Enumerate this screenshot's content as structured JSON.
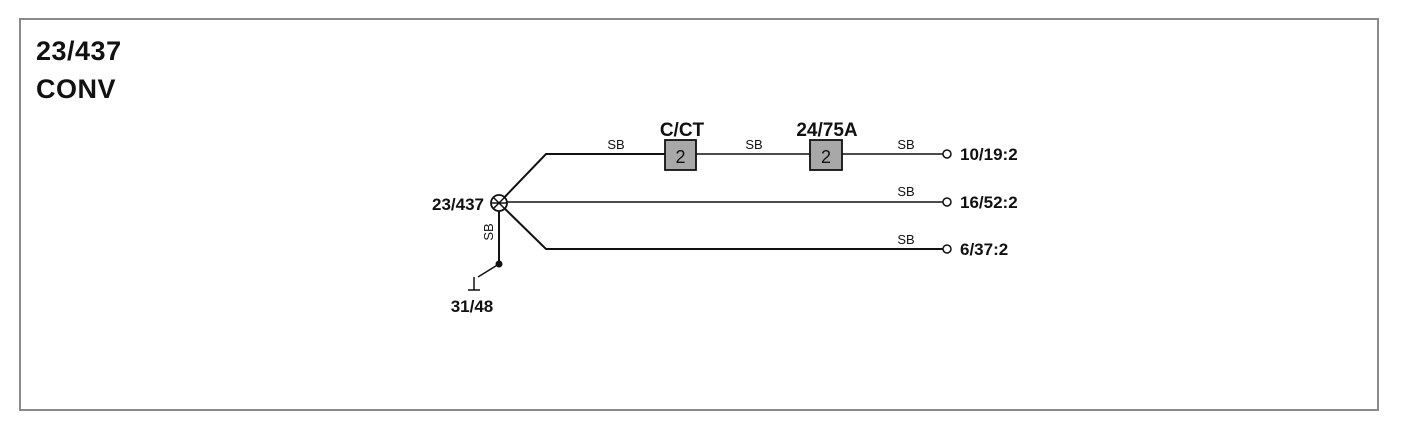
{
  "header": {
    "code": "23/437",
    "name": "CONV"
  },
  "diagram": {
    "splice": "23/437",
    "ground": "31/48",
    "ground_wire": "SB",
    "components": [
      {
        "label": "C/CT",
        "pin": "2"
      },
      {
        "label": "24/75A",
        "pin": "2"
      }
    ],
    "wires": {
      "top_1": "SB",
      "top_2": "SB",
      "top_3": "SB",
      "middle": "SB",
      "bottom": "SB"
    },
    "terminals": [
      "10/19:2",
      "16/52:2",
      "6/37:2"
    ]
  }
}
